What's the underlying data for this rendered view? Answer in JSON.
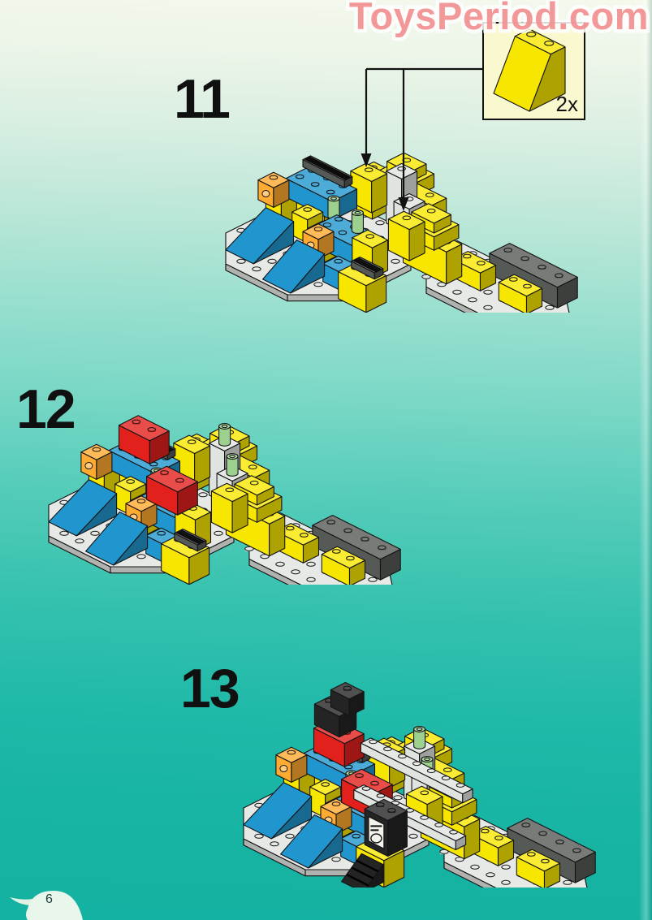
{
  "watermark": {
    "text": "ToysPeriod.com",
    "color": "#F28B8B"
  },
  "steps": [
    {
      "number": "11"
    },
    {
      "number": "12"
    },
    {
      "number": "13"
    }
  ],
  "callout": {
    "quantity": "2x",
    "part": "yellow-slope-brick-2x2x2",
    "background": "#F9F8CF"
  },
  "page": {
    "number": "6"
  },
  "palette": {
    "yellow": "#F7E700",
    "blue": "#2196CE",
    "red": "#E2211C",
    "baseplate_gray": "#E0E4E0",
    "dark_gray": "#565A56",
    "black": "#242424",
    "trans_orange": "#FFAA30",
    "trans_green": "#9CD08E",
    "outline": "#141414",
    "background_top": "#F2F8EA",
    "background_bottom": "#14B2A2",
    "page_tab": "#E9F6EC"
  }
}
